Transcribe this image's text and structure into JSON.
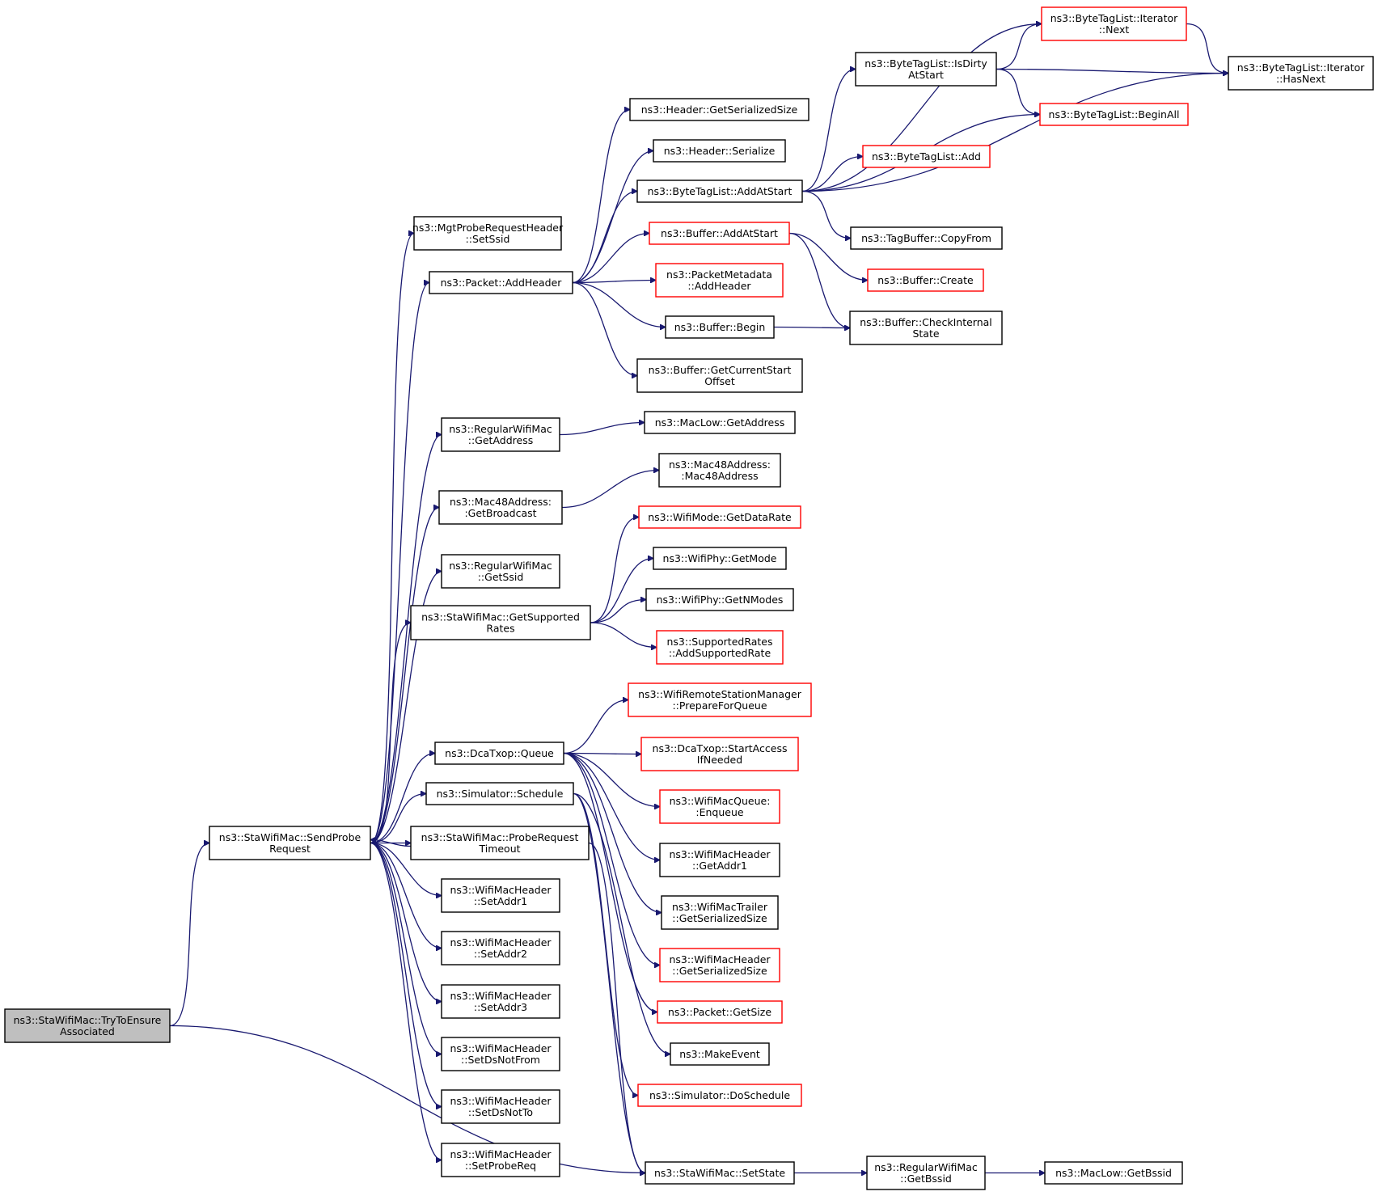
{
  "diagram": {
    "colors": {
      "edge": "#191970",
      "root_fill": "#bfbfbf",
      "node_fill": "#ffffff",
      "node_border": "#000000",
      "truncated_border": "#ff0000"
    },
    "nodes": [
      {
        "id": "root",
        "lines": [
          "ns3::StaWifiMac::TryToEnsure",
          "Associated"
        ],
        "style": "root"
      },
      {
        "id": "sendprobe",
        "lines": [
          "ns3::StaWifiMac::SendProbe",
          "Request"
        ],
        "style": "normal"
      },
      {
        "id": "setstate",
        "lines": [
          "ns3::StaWifiMac::SetState"
        ],
        "style": "normal"
      },
      {
        "id": "mgtsetssid",
        "lines": [
          "ns3::MgtProbeRequestHeader",
          "::SetSsid"
        ],
        "style": "normal"
      },
      {
        "id": "addheader",
        "lines": [
          "ns3::Packet::AddHeader"
        ],
        "style": "normal"
      },
      {
        "id": "rwm_getaddress",
        "lines": [
          "ns3::RegularWifiMac",
          "::GetAddress"
        ],
        "style": "normal"
      },
      {
        "id": "getbroadcast",
        "lines": [
          "ns3::Mac48Address:",
          ":GetBroadcast"
        ],
        "style": "normal"
      },
      {
        "id": "rwm_getssid",
        "lines": [
          "ns3::RegularWifiMac",
          "::GetSsid"
        ],
        "style": "normal"
      },
      {
        "id": "getsupportedrates",
        "lines": [
          "ns3::StaWifiMac::GetSupported",
          "Rates"
        ],
        "style": "normal"
      },
      {
        "id": "dcaqueue",
        "lines": [
          "ns3::DcaTxop::Queue"
        ],
        "style": "normal"
      },
      {
        "id": "schedule",
        "lines": [
          "ns3::Simulator::Schedule"
        ],
        "style": "normal"
      },
      {
        "id": "probetimeout",
        "lines": [
          "ns3::StaWifiMac::ProbeRequest",
          "Timeout"
        ],
        "style": "normal"
      },
      {
        "id": "setaddr1",
        "lines": [
          "ns3::WifiMacHeader",
          "::SetAddr1"
        ],
        "style": "normal"
      },
      {
        "id": "setaddr2",
        "lines": [
          "ns3::WifiMacHeader",
          "::SetAddr2"
        ],
        "style": "normal"
      },
      {
        "id": "setaddr3",
        "lines": [
          "ns3::WifiMacHeader",
          "::SetAddr3"
        ],
        "style": "normal"
      },
      {
        "id": "setdsnotfrom",
        "lines": [
          "ns3::WifiMacHeader",
          "::SetDsNotFrom"
        ],
        "style": "normal"
      },
      {
        "id": "setdsnotto",
        "lines": [
          "ns3::WifiMacHeader",
          "::SetDsNotTo"
        ],
        "style": "normal"
      },
      {
        "id": "setprobereq",
        "lines": [
          "ns3::WifiMacHeader",
          "::SetProbeReq"
        ],
        "style": "normal"
      },
      {
        "id": "hdr_getsersize",
        "lines": [
          "ns3::Header::GetSerializedSize"
        ],
        "style": "normal"
      },
      {
        "id": "hdr_serialize",
        "lines": [
          "ns3::Header::Serialize"
        ],
        "style": "normal"
      },
      {
        "id": "btl_addatstart",
        "lines": [
          "ns3::ByteTagList::AddAtStart"
        ],
        "style": "normal"
      },
      {
        "id": "buf_addatstart",
        "lines": [
          "ns3::Buffer::AddAtStart"
        ],
        "style": "truncated"
      },
      {
        "id": "pm_addheader",
        "lines": [
          "ns3::PacketMetadata",
          "::AddHeader"
        ],
        "style": "truncated"
      },
      {
        "id": "buf_begin",
        "lines": [
          "ns3::Buffer::Begin"
        ],
        "style": "normal"
      },
      {
        "id": "buf_getcurstart",
        "lines": [
          "ns3::Buffer::GetCurrentStart",
          "Offset"
        ],
        "style": "normal"
      },
      {
        "id": "btl_it_next",
        "lines": [
          "ns3::ByteTagList::Iterator",
          "::Next"
        ],
        "style": "truncated"
      },
      {
        "id": "btl_isdirty",
        "lines": [
          "ns3::ByteTagList::IsDirty",
          "AtStart"
        ],
        "style": "normal"
      },
      {
        "id": "btl_it_hasnext",
        "lines": [
          "ns3::ByteTagList::Iterator",
          "::HasNext"
        ],
        "style": "normal"
      },
      {
        "id": "btl_beginall",
        "lines": [
          "ns3::ByteTagList::BeginAll"
        ],
        "style": "truncated"
      },
      {
        "id": "btl_add",
        "lines": [
          "ns3::ByteTagList::Add"
        ],
        "style": "truncated"
      },
      {
        "id": "tagbuf_copyfrom",
        "lines": [
          "ns3::TagBuffer::CopyFrom"
        ],
        "style": "normal"
      },
      {
        "id": "buf_create",
        "lines": [
          "ns3::Buffer::Create"
        ],
        "style": "truncated"
      },
      {
        "id": "buf_checkinternal",
        "lines": [
          "ns3::Buffer::CheckInternal",
          "State"
        ],
        "style": "normal"
      },
      {
        "id": "maclow_getaddress",
        "lines": [
          "ns3::MacLow::GetAddress"
        ],
        "style": "normal"
      },
      {
        "id": "mac48_ctor",
        "lines": [
          "ns3::Mac48Address:",
          ":Mac48Address"
        ],
        "style": "normal"
      },
      {
        "id": "wifimode_getdatarate",
        "lines": [
          "ns3::WifiMode::GetDataRate"
        ],
        "style": "truncated"
      },
      {
        "id": "wifiphy_getmode",
        "lines": [
          "ns3::WifiPhy::GetMode"
        ],
        "style": "normal"
      },
      {
        "id": "wifiphy_getnmodes",
        "lines": [
          "ns3::WifiPhy::GetNModes"
        ],
        "style": "normal"
      },
      {
        "id": "sr_addsupportedrate",
        "lines": [
          "ns3::SupportedRates",
          "::AddSupportedRate"
        ],
        "style": "truncated"
      },
      {
        "id": "wrsm_prepareforqueue",
        "lines": [
          "ns3::WifiRemoteStationManager",
          "::PrepareForQueue"
        ],
        "style": "truncated"
      },
      {
        "id": "dca_startaccess",
        "lines": [
          "ns3::DcaTxop::StartAccess",
          "IfNeeded"
        ],
        "style": "truncated"
      },
      {
        "id": "wmq_enqueue",
        "lines": [
          "ns3::WifiMacQueue:",
          ":Enqueue"
        ],
        "style": "truncated"
      },
      {
        "id": "wmh_getaddr1",
        "lines": [
          "ns3::WifiMacHeader",
          "::GetAddr1"
        ],
        "style": "normal"
      },
      {
        "id": "wmt_getsersize",
        "lines": [
          "ns3::WifiMacTrailer",
          "::GetSerializedSize"
        ],
        "style": "normal"
      },
      {
        "id": "wmh_getsersize",
        "lines": [
          "ns3::WifiMacHeader",
          "::GetSerializedSize"
        ],
        "style": "truncated"
      },
      {
        "id": "pkt_getsize",
        "lines": [
          "ns3::Packet::GetSize"
        ],
        "style": "truncated"
      },
      {
        "id": "makeevent",
        "lines": [
          "ns3::MakeEvent"
        ],
        "style": "normal"
      },
      {
        "id": "sim_doschedule",
        "lines": [
          "ns3::Simulator::DoSchedule"
        ],
        "style": "truncated"
      },
      {
        "id": "rwm_getbssid",
        "lines": [
          "ns3::RegularWifiMac",
          "::GetBssid"
        ],
        "style": "normal"
      },
      {
        "id": "maclow_getbssid",
        "lines": [
          "ns3::MacLow::GetBssid"
        ],
        "style": "normal"
      }
    ],
    "edges": [
      [
        "root",
        "sendprobe"
      ],
      [
        "root",
        "setstate"
      ],
      [
        "sendprobe",
        "mgtsetssid"
      ],
      [
        "sendprobe",
        "addheader"
      ],
      [
        "sendprobe",
        "rwm_getaddress"
      ],
      [
        "sendprobe",
        "getbroadcast"
      ],
      [
        "sendprobe",
        "rwm_getssid"
      ],
      [
        "sendprobe",
        "getsupportedrates"
      ],
      [
        "sendprobe",
        "dcaqueue"
      ],
      [
        "sendprobe",
        "schedule"
      ],
      [
        "sendprobe",
        "probetimeout"
      ],
      [
        "sendprobe",
        "setaddr1"
      ],
      [
        "sendprobe",
        "setaddr2"
      ],
      [
        "sendprobe",
        "setaddr3"
      ],
      [
        "sendprobe",
        "setdsnotfrom"
      ],
      [
        "sendprobe",
        "setdsnotto"
      ],
      [
        "sendprobe",
        "setprobereq"
      ],
      [
        "probetimeout",
        "sendprobe"
      ],
      [
        "probetimeout",
        "setstate"
      ],
      [
        "addheader",
        "hdr_getsersize"
      ],
      [
        "addheader",
        "hdr_serialize"
      ],
      [
        "addheader",
        "btl_addatstart"
      ],
      [
        "addheader",
        "buf_addatstart"
      ],
      [
        "addheader",
        "pm_addheader"
      ],
      [
        "addheader",
        "buf_begin"
      ],
      [
        "addheader",
        "buf_getcurstart"
      ],
      [
        "btl_addatstart",
        "btl_it_next"
      ],
      [
        "btl_addatstart",
        "btl_isdirty"
      ],
      [
        "btl_addatstart",
        "btl_beginall"
      ],
      [
        "btl_addatstart",
        "btl_add"
      ],
      [
        "btl_addatstart",
        "tagbuf_copyfrom"
      ],
      [
        "btl_addatstart",
        "btl_it_hasnext"
      ],
      [
        "btl_isdirty",
        "btl_it_next"
      ],
      [
        "btl_isdirty",
        "btl_it_hasnext"
      ],
      [
        "btl_isdirty",
        "btl_beginall"
      ],
      [
        "btl_it_next",
        "btl_it_hasnext"
      ],
      [
        "buf_addatstart",
        "buf_create"
      ],
      [
        "buf_addatstart",
        "buf_checkinternal"
      ],
      [
        "buf_begin",
        "buf_checkinternal"
      ],
      [
        "rwm_getaddress",
        "maclow_getaddress"
      ],
      [
        "getbroadcast",
        "mac48_ctor"
      ],
      [
        "getsupportedrates",
        "wifimode_getdatarate"
      ],
      [
        "getsupportedrates",
        "wifiphy_getmode"
      ],
      [
        "getsupportedrates",
        "wifiphy_getnmodes"
      ],
      [
        "getsupportedrates",
        "sr_addsupportedrate"
      ],
      [
        "dcaqueue",
        "wrsm_prepareforqueue"
      ],
      [
        "dcaqueue",
        "dca_startaccess"
      ],
      [
        "dcaqueue",
        "wmq_enqueue"
      ],
      [
        "dcaqueue",
        "wmh_getaddr1"
      ],
      [
        "dcaqueue",
        "wmt_getsersize"
      ],
      [
        "dcaqueue",
        "wmh_getsersize"
      ],
      [
        "dcaqueue",
        "pkt_getsize"
      ],
      [
        "schedule",
        "makeevent"
      ],
      [
        "schedule",
        "sim_doschedule"
      ],
      [
        "schedule",
        "setstate"
      ],
      [
        "setstate",
        "rwm_getbssid"
      ],
      [
        "rwm_getbssid",
        "maclow_getbssid"
      ]
    ]
  }
}
